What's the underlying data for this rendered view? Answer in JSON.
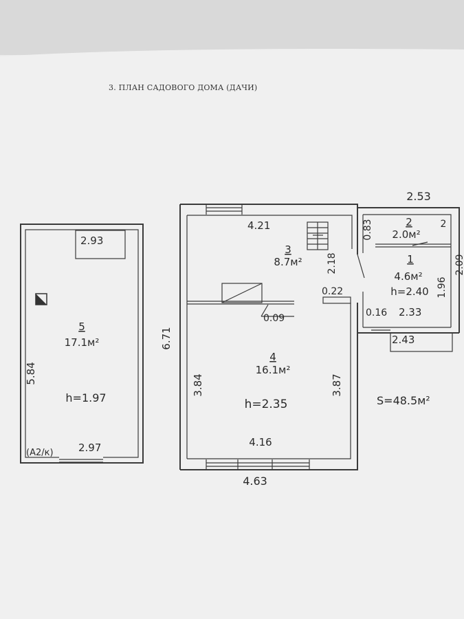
{
  "title": "3. ПЛАН САДОВОГО ДОМА (ДАЧИ)",
  "shed": {
    "room_no": "5",
    "area": "17.1м²",
    "height": "h=1.97",
    "dim_top": "2.93",
    "dim_side": "5.84",
    "dim_bottom": "2.97",
    "code": "(А2/к)"
  },
  "house": {
    "dim_top_inner": "4.21",
    "dim_side": "6.71",
    "dim_left_inner": "3.84",
    "dim_right_inner": "3.87",
    "dim_bottom_inner": "4.16",
    "dim_bottom_outer": "4.63",
    "partition_thickness": "0.09",
    "gap": "0.22",
    "wall_dim": "2.18",
    "room3": {
      "no": "3",
      "area": "8.7м²"
    },
    "room4": {
      "no": "4",
      "area": "16.1м²",
      "height": "h=2.35"
    }
  },
  "annex": {
    "dim_top": "2.53",
    "dim_a": "0.83",
    "dim_b": "1.96",
    "dim_c": "0.16",
    "dim_d": "2.33",
    "dim_e": "2.43",
    "dim_edge": "2.09",
    "room2": {
      "no": "2",
      "area": "2.0м²",
      "tag": "2"
    },
    "room1": {
      "no": "1",
      "area": "4.6м²",
      "height": "h=2.40"
    }
  },
  "total_area": "S=48.5м²"
}
